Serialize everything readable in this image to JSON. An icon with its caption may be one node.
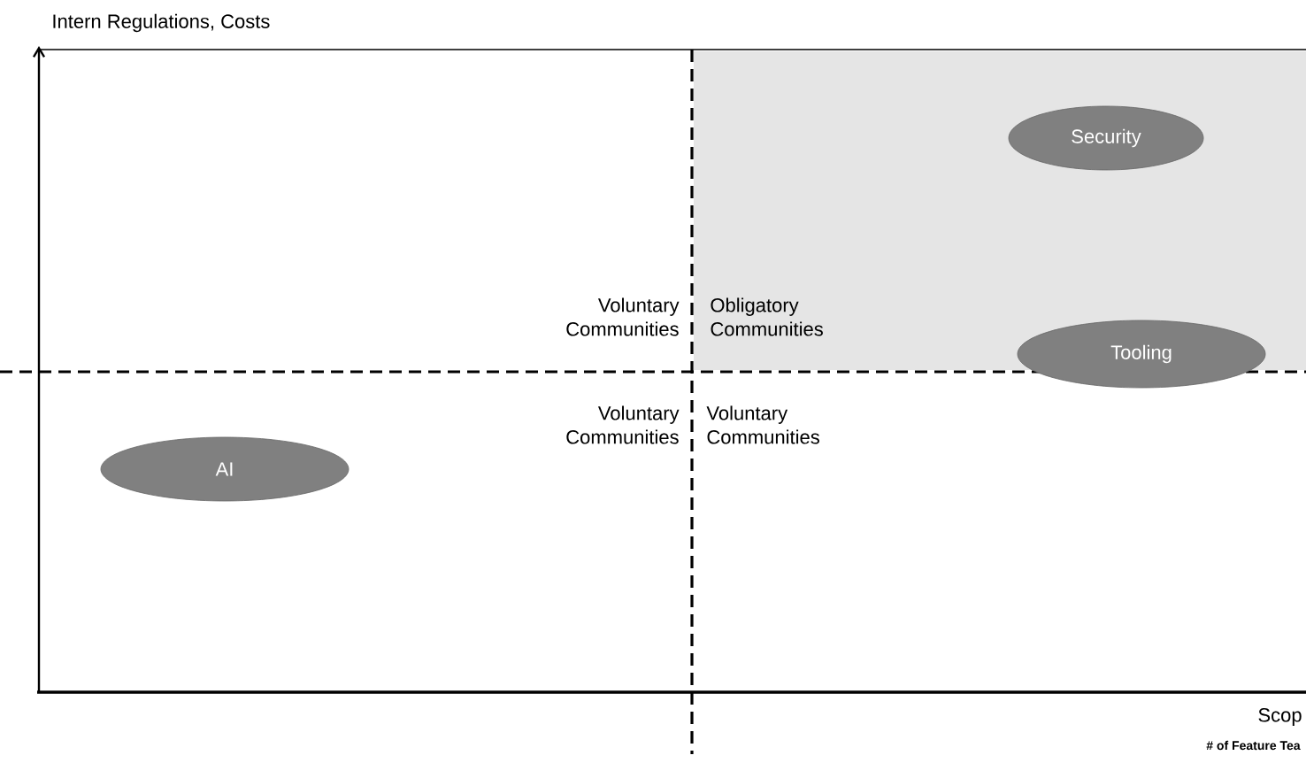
{
  "diagram": {
    "nodes": [
      {
        "text": [
          "Obligatory Communities"
        ]
      },
      {
        "text": [
          "Security"
        ],
        "in": 0
      },
      {
        "text": [
          "Tooling"
        ]
      },
      {
        "text": [
          "AI"
        ]
      }
    ],
    "labels": [
      "Intern Regulations, Costs",
      "Voluntary Communities",
      "Voluntary Communities",
      "Voluntary Communities",
      "Scop",
      "# of Feature Tea"
    ]
  }
}
